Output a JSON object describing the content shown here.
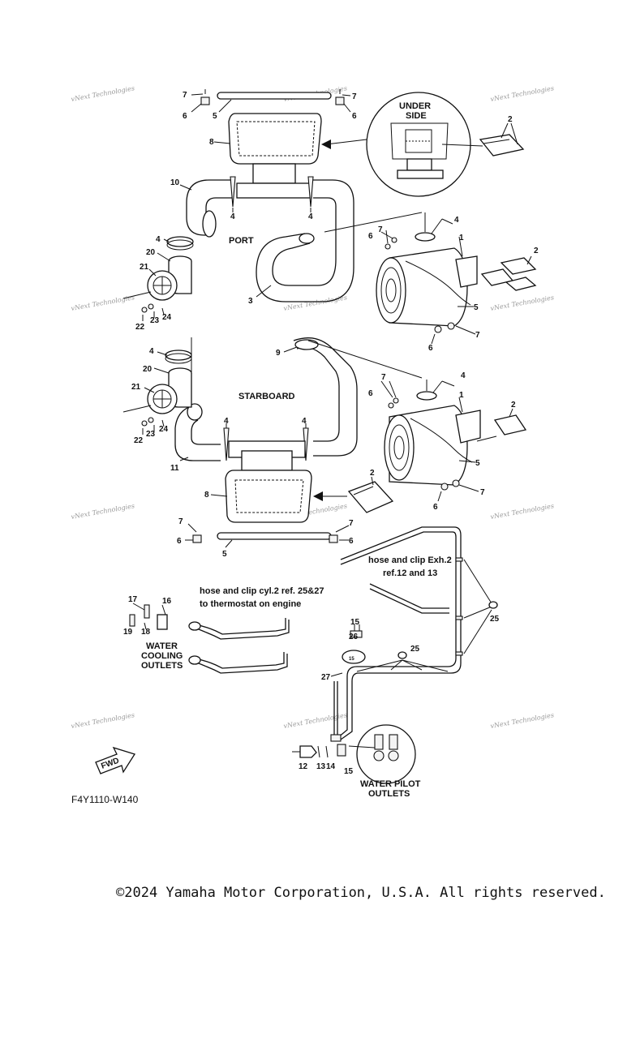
{
  "diagram": {
    "port_label": "PORT",
    "starboard_label": "STARBOARD",
    "underside_label_1": "UNDER",
    "underside_label_2": "SIDE",
    "note_exh_1": "hose and clip Exh.2",
    "note_exh_2": "ref.12 and 13",
    "note_cyl_1": "hose and clip cyl.2 ref. 25&27",
    "note_cyl_2": "to thermostat on engine",
    "water_cooling": [
      "WATER",
      "COOLING",
      "OUTLETS"
    ],
    "water_pilot": [
      "WATER PILOT",
      "OUTLETS"
    ],
    "fwd_label": "FWD",
    "diagram_code": "F4Y1110-W140",
    "watermark_1": "vNext Technologies",
    "watermark_2": "Technologies"
  },
  "callouts": {
    "c1": "1",
    "c2": "2",
    "c3": "3",
    "c4": "4",
    "c5": "5",
    "c6": "6",
    "c7": "7",
    "c8": "8",
    "c9": "9",
    "c10": "10",
    "c11": "11",
    "c12": "12",
    "c13": "13",
    "c14": "14",
    "c15": "15",
    "c16": "16",
    "c17": "17",
    "c18": "18",
    "c19": "19",
    "c20": "20",
    "c21": "21",
    "c22": "22",
    "c23": "23",
    "c24": "24",
    "c25": "25",
    "c26": "26",
    "c27": "27"
  },
  "footer": {
    "copyright": "©2024 Yamaha Motor Corporation, U.S.A. All rights reserved."
  }
}
